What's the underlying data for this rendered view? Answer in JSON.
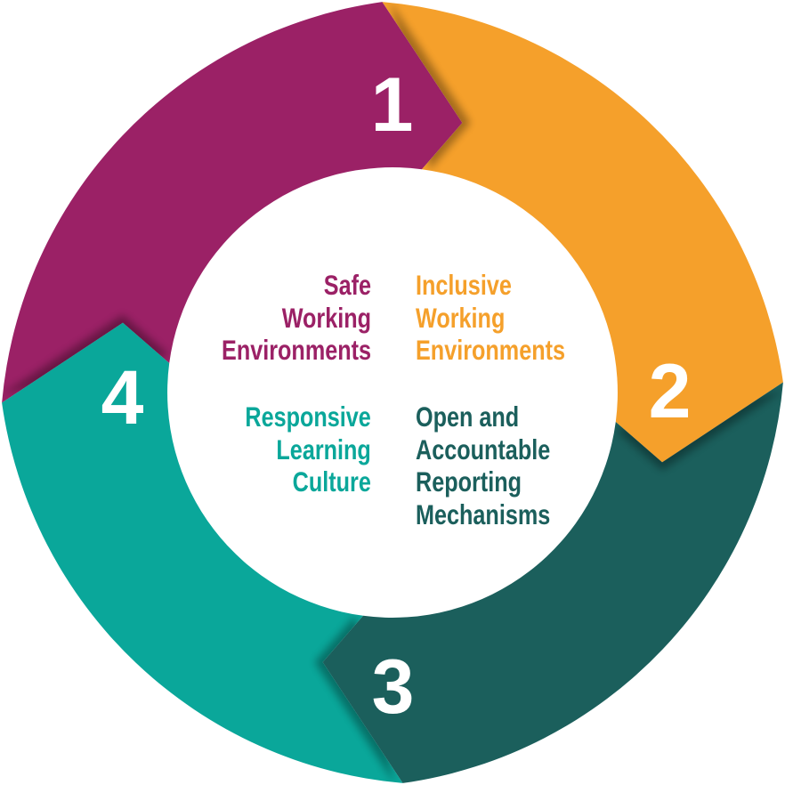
{
  "diagram": {
    "type": "cycle-diagram",
    "background_color": "#FFFFFF",
    "number_color": "#FFFFFF",
    "segments": [
      {
        "number": "1",
        "label": "Safe\nWorking\nEnvironments",
        "color": "#9B2166"
      },
      {
        "number": "2",
        "label": "Inclusive\nWorking\nEnvironments",
        "color": "#F5A02B"
      },
      {
        "number": "3",
        "label": "Open and\nAccountable\nReporting\nMechanisms",
        "color": "#1B5F5C"
      },
      {
        "number": "4",
        "label": "Responsive\nLearning\nCulture",
        "color": "#0AA79A"
      }
    ]
  }
}
